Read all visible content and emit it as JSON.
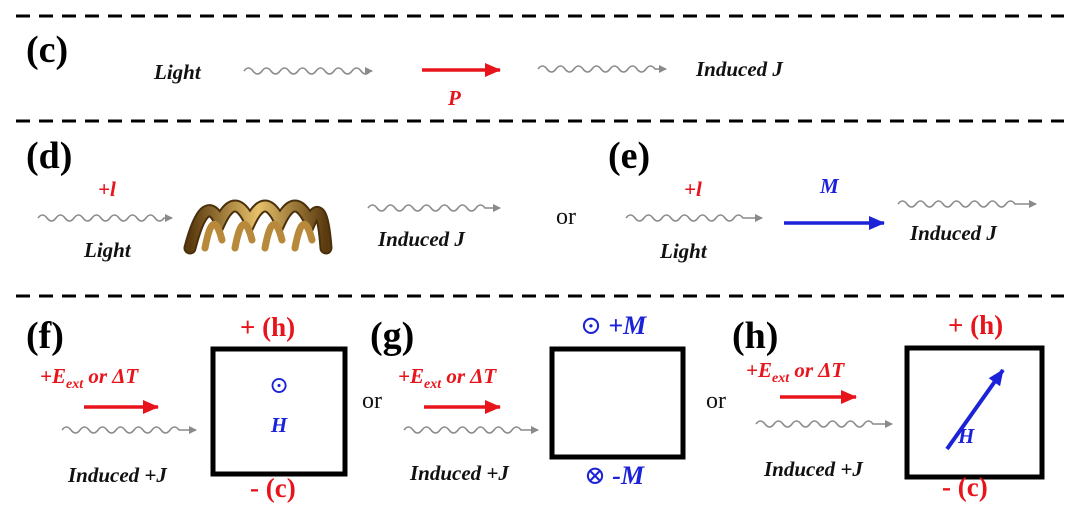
{
  "colors": {
    "red": "#e8141c",
    "blue": "#1c22d8",
    "wave_gray": "#8a8a8a",
    "black": "#000000"
  },
  "panel_c": {
    "label": "(c)",
    "light": "Light",
    "polarization": "P",
    "induced": "Induced J"
  },
  "panel_d": {
    "label": "(d)",
    "helicity": "+l",
    "light": "Light",
    "induced": "Induced J",
    "object_icon": "helix-spring-icon"
  },
  "or_text": "or",
  "panel_e": {
    "label": "(e)",
    "helicity": "+l",
    "light": "Light",
    "magnetization": "M",
    "induced": "Induced J"
  },
  "panel_f": {
    "label": "(f)",
    "drive_main": "+E",
    "drive_sub": "ext",
    "drive_rest": " or ΔT",
    "induced": "Induced +J",
    "top": "+ (h)",
    "bottom": "- (c)",
    "dot_symbol": "⊙",
    "field": "H"
  },
  "panel_g": {
    "label": "(g)",
    "drive_main": "+E",
    "drive_sub": "ext",
    "drive_rest": " or ΔT",
    "induced": "Induced +J",
    "top_symbol": "⊙",
    "top_text": " +M",
    "bottom_symbol": "⊗",
    "bottom_text": " -M"
  },
  "panel_h": {
    "label": "(h)",
    "drive_main": "+E",
    "drive_sub": "ext",
    "drive_rest": " or ΔT",
    "induced": "Induced +J",
    "top": "+ (h)",
    "bottom": "- (c)",
    "field": "H"
  }
}
